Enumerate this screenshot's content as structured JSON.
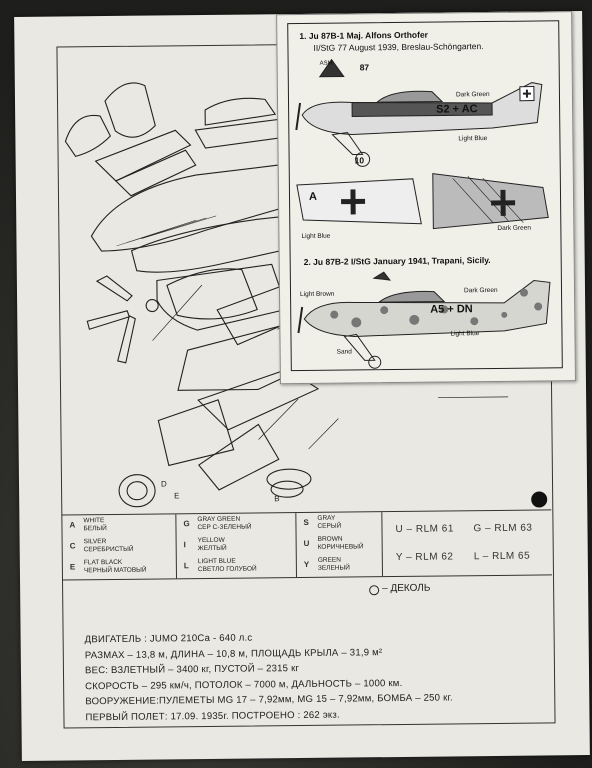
{
  "decal_sheet": {
    "caption1_line1": "1. Ju 87B-1  Maj. Alfons Orthofer",
    "caption1_line2": "II/StG 77 August 1939, Breslau-Schöngarten.",
    "plane1_code": "S2 + AC",
    "plane1_number": "87",
    "plane1_wheel_number": "10",
    "badge": "ASM",
    "wing_letter": "A",
    "caption2": "2. Ju 87B-2  I/StG  January 1941, Trapani, Sicily.",
    "plane2_code": "A5 + DN",
    "labels": {
      "dark_green": "Dark Green",
      "light_blue": "Light Blue",
      "light_brown": "Light Brown",
      "sand": "Sand"
    }
  },
  "legend": {
    "col1": [
      {
        "code": "A",
        "en": "WHITE",
        "ru": "БЕЛЫЙ"
      },
      {
        "code": "C",
        "en": "SILVER",
        "ru": "СЕРЕБРИСТЫЙ"
      },
      {
        "code": "E",
        "en": "FLAT BLACK",
        "ru": "ЧЕРНЫЙ МАТОВЫЙ"
      }
    ],
    "col2": [
      {
        "code": "G",
        "en": "GRAY GREEN",
        "ru": "СЕР С-ЗЕЛЕНЫЙ"
      },
      {
        "code": "I",
        "en": "YELLOW",
        "ru": "ЖЕЛТЫЙ"
      },
      {
        "code": "L",
        "en": "LIGHT BLUE",
        "ru": "СВЕТЛО ГОЛУБОЙ"
      }
    ],
    "col3": [
      {
        "code": "S",
        "en": "GRAY",
        "ru": "СЕРЫЙ"
      },
      {
        "code": "U",
        "en": "BROWN",
        "ru": "КОРИЧНЕВЫЙ"
      },
      {
        "code": "Y",
        "en": "GREEN",
        "ru": "ЗЕЛЕНЫЙ"
      }
    ],
    "rlm": [
      "U – RLM 61",
      "G – RLM 63",
      "Y – RLM 62",
      "L – RLM 65"
    ]
  },
  "decal_note": "– ДЕКОЛЬ",
  "specs": [
    "ДВИГАТЕЛЬ :   JUMO   210Са - 640 л.с",
    "РАЗМАХ – 13,8 м, ДЛИНА – 10,8 м, ПЛОЩАДЬ КРЫЛА – 31,9 м²",
    "ВЕС: ВЗЛЕТНЫЙ – 3400 кг,   ПУСТОЙ – 2315 кг",
    "СКОРОСТЬ – 295 км/ч,  ПОТОЛОК – 7000 м,   ДАЛЬНОСТЬ – 1000 км.",
    "ВООРУЖЕНИЕ:ПУЛЕМЕТЫ   MG 17 – 7,92мм, MG 15 – 7,92мм,  БОМБА – 250 кг.",
    "ПЕРВЫЙ  ПОЛЕТ: 17.09. 1935г. ПОСТРОЕНО :  262 экз."
  ],
  "diagram_letters": [
    "D",
    "E",
    "B"
  ]
}
